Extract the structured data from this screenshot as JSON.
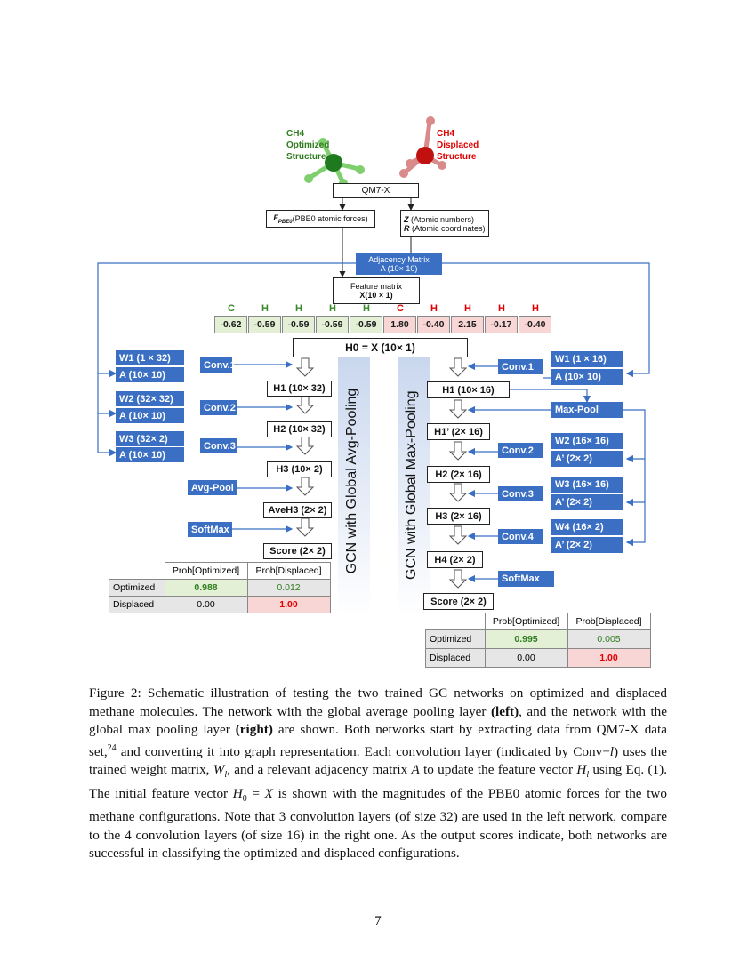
{
  "molecules": {
    "optimized": {
      "line1": "CH4",
      "line2": "Optimized",
      "line3": "Structure",
      "color": "#2e7d1e"
    },
    "displaced": {
      "line1": "CH4",
      "line2": "Displaced",
      "line3": "Structure",
      "color": "#e00000"
    }
  },
  "top": {
    "qm7x": "QM7-X",
    "fpbe0_sym": "F",
    "fpbe0_sub": "PBE0",
    "fpbe0_text": " (PBE0 atomic forces)",
    "z_sym": "Z",
    "z_text": " (Atomic numbers)",
    "r_sym": "R",
    "r_text": " (Atomic coordinates)",
    "adj_line1": "Adjacency Matrix",
    "adj_line2": "A (10× 10)",
    "feat_line1": "Feature matrix",
    "feat_line2": "X(10 × 1)"
  },
  "feature_vector": {
    "atoms": [
      "C",
      "H",
      "H",
      "H",
      "H",
      "C",
      "H",
      "H",
      "H",
      "H"
    ],
    "values": [
      "-0.62",
      "-0.59",
      "-0.59",
      "-0.59",
      "-0.59",
      "1.80",
      "-0.40",
      "2.15",
      "-0.17",
      "-0.40"
    ],
    "h0": "H0 = X (10× 1)"
  },
  "left_net": {
    "label": "GCN with Global Avg-Pooling",
    "w1": "W1 (1 × 32)",
    "a1": "A (10× 10)",
    "w2": "W2 (32× 32)",
    "a2": "A (10× 10)",
    "w3": "W3 (32× 2)",
    "a3": "A (10× 10)",
    "conv1": "Conv.1",
    "conv2": "Conv.2",
    "conv3": "Conv.3",
    "avgpool": "Avg-Pool",
    "softmax": "SoftMax",
    "h1": "H1 (10× 32)",
    "h2": "H2 (10× 32)",
    "h3": "H3 (10× 2)",
    "aveh3": "AveH3 (2× 2)",
    "score": "Score (2× 2)"
  },
  "right_net": {
    "label": "GCN with Global Max-Pooling",
    "w1": "W1 (1 × 16)",
    "a1": "A (10× 10)",
    "w2": "W2 (16× 16)",
    "a2": "A’ (2× 2)",
    "w3": "W3 (16× 16)",
    "a3": "A’ (2× 2)",
    "w4": "W4 (16× 2)",
    "a4": "A’ (2× 2)",
    "conv1": "Conv.1",
    "conv2": "Conv.2",
    "conv3": "Conv.3",
    "conv4": "Conv.4",
    "maxpool": "Max-Pool",
    "softmax": "SoftMax",
    "h1": "H1 (10× 16)",
    "h1p": "H1’ (2× 16)",
    "h2": "H2 (2× 16)",
    "h3": "H3 (2× 16)",
    "h4": "H4 (2× 2)",
    "score": "Score (2× 2)"
  },
  "left_table": {
    "col1": "Prob[Optimized]",
    "col2": "Prob[Displaced]",
    "rows": [
      {
        "label": "Optimized",
        "a": "0.988",
        "b": "0.012"
      },
      {
        "label": "Displaced",
        "a": "0.00",
        "b": "1.00"
      }
    ]
  },
  "right_table": {
    "col1": "Prob[Optimized]",
    "col2": "Prob[Displaced]",
    "rows": [
      {
        "label": "Optimized",
        "a": "0.995",
        "b": "0.005"
      },
      {
        "label": "Displaced",
        "a": "0.00",
        "b": "1.00"
      }
    ]
  },
  "caption": {
    "p1": "Figure 2:  Schematic illustration of testing the two trained GC networks on optimized and displaced methane molecules. The network with the global average pooling layer ",
    "b1": "(left)",
    "p2": ", and the network with the global max pooling layer ",
    "b2": "(right)",
    "p3": " are shown.  Both networks start by extracting data from QM7-X data set,",
    "ref": "24",
    "p4": " and converting it into graph representation.  Each convolution layer (indicated by Conv−",
    "l1": "l",
    "p5": ") uses the trained weight matrix, ",
    "wl": "W",
    "wl_sub": "l",
    "p6": ", and a relevant adjacency matrix ",
    "A": "A",
    "p7": " to update the feature vector ",
    "hl": "H",
    "hl_sub": "l",
    "p8": " using Eq. (1).  The initial feature vector ",
    "h0": "H",
    "h0_sub": "0",
    "p9": " = ",
    "X": "X",
    "p10": " is shown with the magnitudes of the PBE0 atomic forces for the two methane configurations.  Note that 3 convolution layers (of size 32) are used in the left network, compare to the 4 convolution layers (of size 16) in the right one.  As the output scores indicate, both networks are successful in classifying the optimized and displaced configurations."
  },
  "page_number": "7"
}
